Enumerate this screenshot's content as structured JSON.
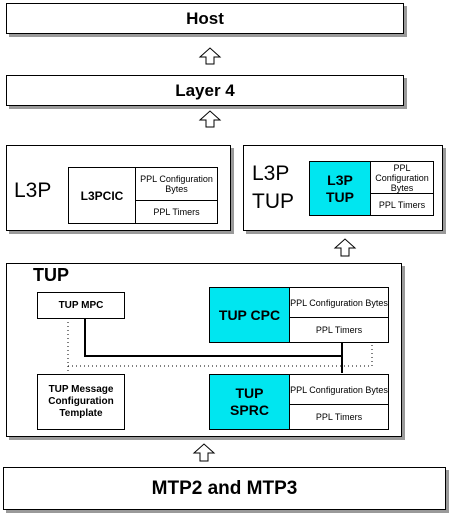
{
  "host": "Host",
  "layer4": "Layer 4",
  "l3p": {
    "title": "L3P",
    "cic": "L3PCIC",
    "ppl_config": "PPL Configuration Bytes",
    "ppl_timers": "PPL Timers"
  },
  "l3p_tup": {
    "title_line1": "L3P",
    "title_line2": "TUP",
    "inner_line1": "L3P",
    "inner_line2": "TUP",
    "ppl_config": "PPL Configuration Bytes",
    "ppl_timers": "PPL Timers"
  },
  "tup": {
    "title": "TUP",
    "mpc": "TUP MPC",
    "cpc": "TUP CPC",
    "cpc_ppl_config": "PPL Configuration Bytes",
    "cpc_ppl_timers": "PPL Timers",
    "msg_template": "TUP Message Configuration Template",
    "sprc_line1": "TUP",
    "sprc_line2": "SPRC",
    "sprc_ppl_config": "PPL Configuration Bytes",
    "sprc_ppl_timers": "PPL Timers"
  },
  "mtp": "MTP2 and MTP3",
  "colors": {
    "accent": "#00e6f0",
    "shadow": "#9a9a9a"
  }
}
